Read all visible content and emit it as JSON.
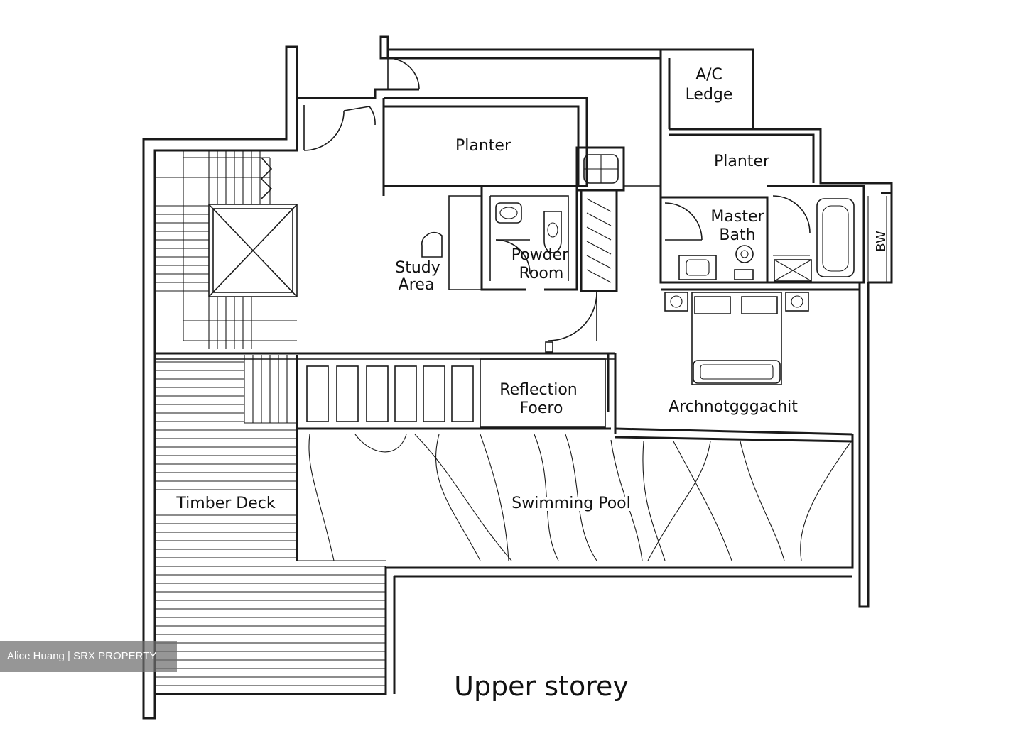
{
  "plan": {
    "title": "Upper storey",
    "rooms": {
      "ac_ledge_1": "A/C",
      "ac_ledge_2": "Ledge",
      "planter_main": "Planter",
      "planter_right": "Planter",
      "master_bath_1": "Master",
      "master_bath_2": "Bath",
      "bw": "BW",
      "powder_room_1": "Powder",
      "powder_room_2": "Room",
      "study_area_1": "Study",
      "study_area_2": "Area",
      "reflection_1": "Reflection",
      "reflection_2": "Foero",
      "bedroom": "Archnotgggachit",
      "timber_deck": "Timber Deck",
      "swimming_pool": "Swimming Pool"
    }
  },
  "watermark": {
    "text": "Alice Huang | SRX PROPERTY"
  }
}
